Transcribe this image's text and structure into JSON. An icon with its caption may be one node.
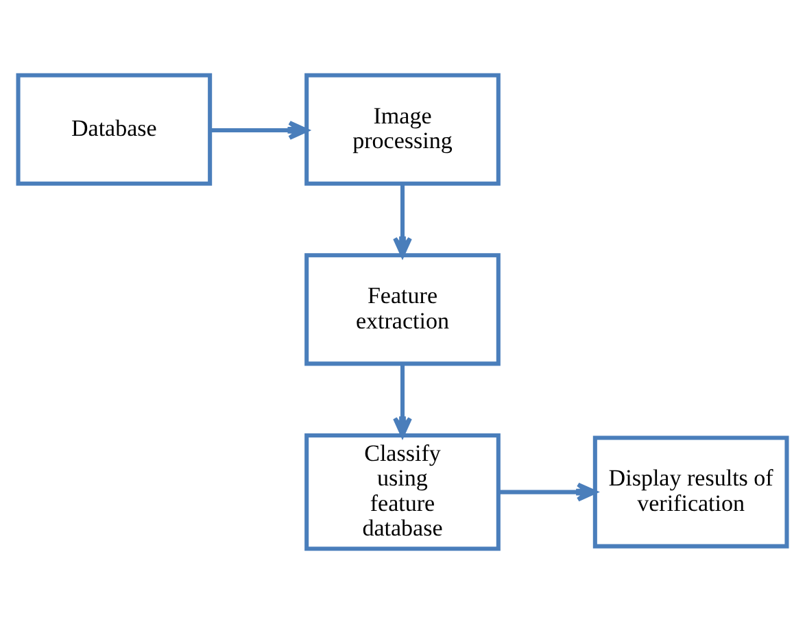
{
  "diagram": {
    "nodes": [
      {
        "text": [
          "Database"
        ]
      },
      {
        "text": [
          "Image processing"
        ]
      },
      {
        "text": [
          "Feature extraction"
        ]
      },
      {
        "text": [
          "Classify using feature database"
        ]
      },
      {
        "text": [
          "Display results of verification"
        ]
      }
    ],
    "edges": [
      {
        "from": 0,
        "to": 1,
        "arrow": "to"
      },
      {
        "from": 1,
        "to": 2,
        "arrow": "to"
      },
      {
        "from": 2,
        "to": 3,
        "arrow": "to"
      },
      {
        "from": 3,
        "to": 4,
        "arrow": "to"
      }
    ]
  }
}
